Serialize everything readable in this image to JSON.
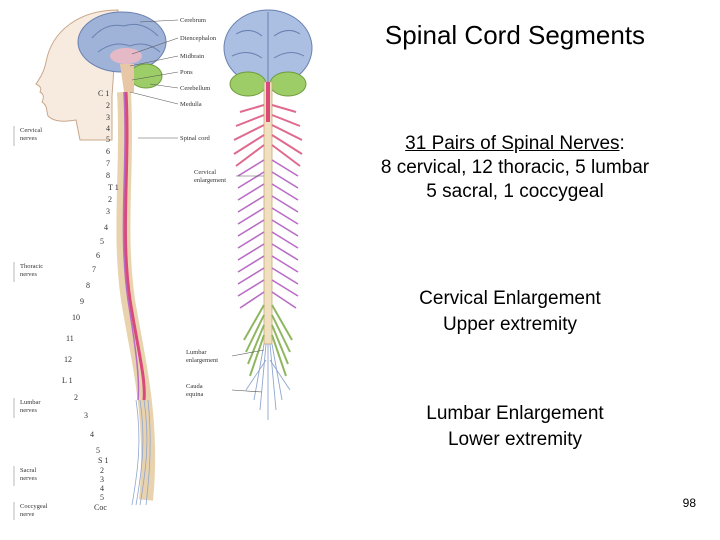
{
  "slide": {
    "title": "Spinal Cord Segments",
    "nerves_heading": "31 Pairs of Spinal Nerves",
    "nerves_colon": ":",
    "nerves_line1": "8 cervical, 12 thoracic, 5 lumbar",
    "nerves_line2": "5 sacral, 1 coccygeal",
    "cervical_title": "Cervical Enlargement",
    "cervical_sub": "Upper extremity",
    "lumbar_title": "Lumbar Enlargement",
    "lumbar_sub": "Lower extremity",
    "page_number": "98"
  },
  "figure": {
    "brain_labels": [
      "Cerebrum",
      "Diencephalon",
      "Midbrain",
      "Pons",
      "Cerebellum",
      "Medulla"
    ],
    "cord_label": "Spinal cord",
    "cervical_enlargement_label": [
      "Cervical",
      "enlargement"
    ],
    "lumbar_enlargement_label": [
      "Lumbar",
      "enlargement"
    ],
    "cauda_equina_label": [
      "Cauda",
      "equina"
    ],
    "nerve_group_labels": {
      "cervical": [
        "Cervical",
        "nerves"
      ],
      "thoracic": [
        "Thoracic",
        "nerves"
      ],
      "lumbar": [
        "Lumbar",
        "nerves"
      ],
      "sacral": [
        "Sacral",
        "nerves"
      ],
      "coccygeal": [
        "Coccygeal",
        "nerve"
      ]
    },
    "segment_numbers": {
      "cervical": [
        "C 1",
        "2",
        "3",
        "4",
        "5",
        "6",
        "7",
        "8"
      ],
      "thoracic": [
        "T 1",
        "2",
        "3",
        "4",
        "5",
        "6",
        "7",
        "8",
        "9",
        "10",
        "11",
        "12"
      ],
      "lumbar": [
        "L 1",
        "2",
        "3",
        "4",
        "5"
      ],
      "sacral": [
        "S 1",
        "2",
        "3",
        "4",
        "5"
      ],
      "coccygeal": [
        "Coc"
      ]
    },
    "colors": {
      "brain": "#9fb3d9",
      "brain_right": "#aabfe2",
      "cerebellum": "#9ccd66",
      "brainstem": "#e8c7a6",
      "cord": "#f0e0c0",
      "cervical_nerves": "#e06a8e",
      "thoracic_nerves": "#b86cc4",
      "lumbar_nerves": "#8fb760",
      "sacral_nerves": "#90a6cf",
      "accent_pink": "#d9497a"
    }
  }
}
